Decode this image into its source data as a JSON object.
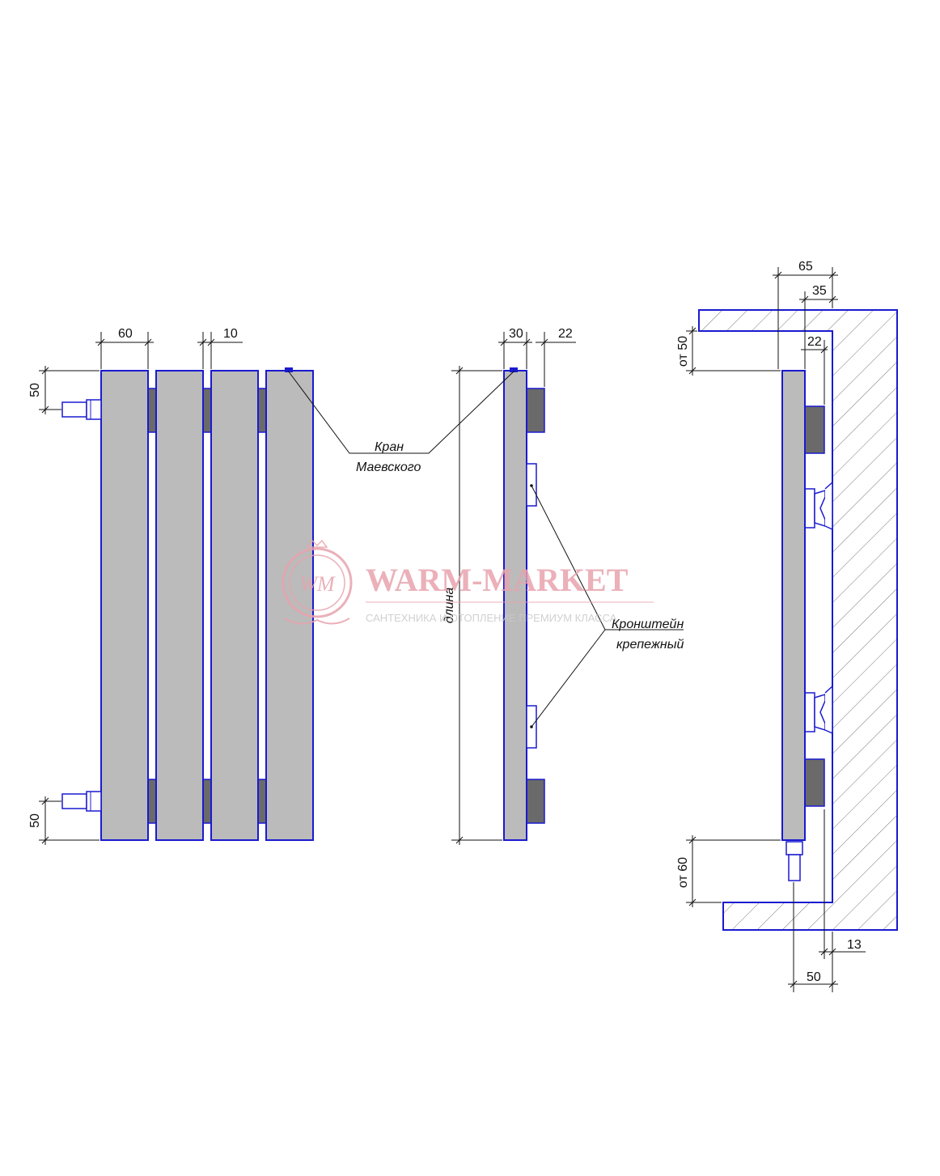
{
  "front_view": {
    "dim_section_width": "60",
    "dim_gap": "10",
    "dim_pipe_top": "50",
    "dim_pipe_bottom": "50",
    "section_count": 4
  },
  "side_view": {
    "dim_depth": "30",
    "dim_bracket": "22",
    "length_label": "длина",
    "valve_label_line1": "Кран",
    "valve_label_line2": "Маевского",
    "bracket_label_line1": "Кронштейн",
    "bracket_label_line2": "крепежный"
  },
  "install_view": {
    "dim_65": "65",
    "dim_35": "35",
    "dim_22": "22",
    "dim_top": "от 50",
    "dim_bottom": "от 60",
    "dim_13": "13",
    "dim_50": "50"
  },
  "watermark": {
    "brand": "WARM-MARKET",
    "tagline": "САНТЕХНИКА И ОТОПЛЕНИЕ ПРЕМИУМ КЛАССА",
    "logo_letters": "WM"
  },
  "colors": {
    "outline": "#1a1ad0",
    "panel_fill": "#bbbbbb",
    "block_fill": "#6a6a6a",
    "watermark": "#e8a3ad"
  }
}
